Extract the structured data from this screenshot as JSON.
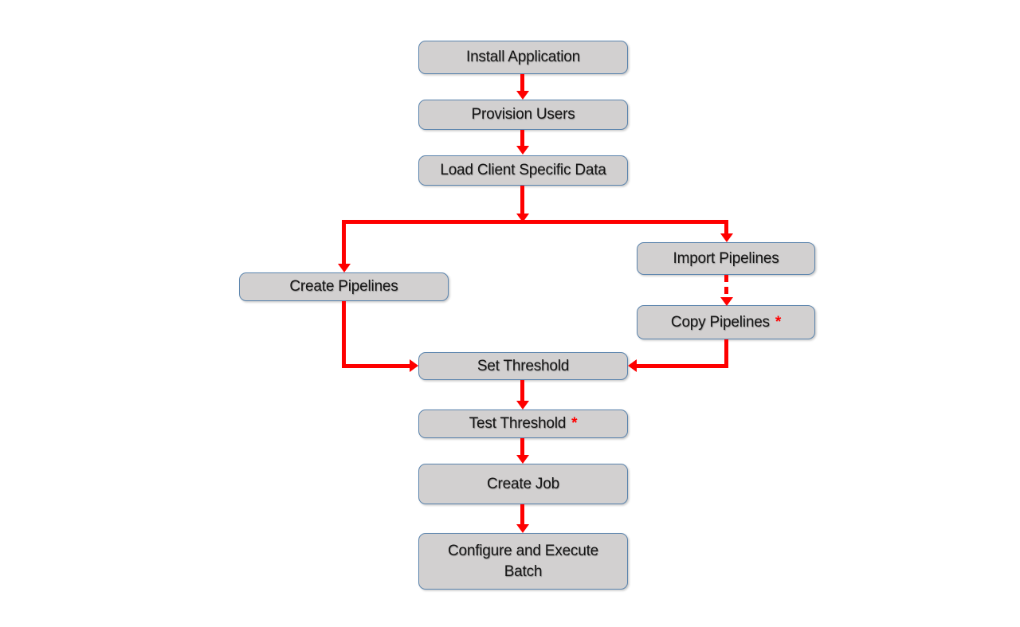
{
  "diagram": {
    "type": "flowchart",
    "background": "#ffffff",
    "colors": {
      "node_fill": "#d2d0d0",
      "node_border": "#5b84ad",
      "arrow": "#fe0000",
      "text": "#151515",
      "asterisk": "#fe0000"
    },
    "nodes": {
      "install": {
        "label": "Install Application"
      },
      "provision": {
        "label": "Provision Users"
      },
      "load": {
        "label": "Load Client Specific Data"
      },
      "create": {
        "label": "Create Pipelines"
      },
      "import": {
        "label": "Import Pipelines"
      },
      "copy": {
        "label": "Copy Pipelines",
        "suffix": "*"
      },
      "set": {
        "label": "Set Threshold"
      },
      "test": {
        "label": "Test Threshold",
        "suffix": "*"
      },
      "job": {
        "label": "Create Job"
      },
      "batch": {
        "label": "Configure and Execute Batch"
      }
    },
    "edges": [
      {
        "from": "install",
        "to": "provision",
        "style": "solid"
      },
      {
        "from": "provision",
        "to": "load",
        "style": "solid"
      },
      {
        "from": "load",
        "to": "create",
        "style": "solid"
      },
      {
        "from": "load",
        "to": "import",
        "style": "solid"
      },
      {
        "from": "import",
        "to": "copy",
        "style": "dashed"
      },
      {
        "from": "create",
        "to": "set",
        "style": "solid"
      },
      {
        "from": "copy",
        "to": "set",
        "style": "solid"
      },
      {
        "from": "set",
        "to": "test",
        "style": "solid"
      },
      {
        "from": "test",
        "to": "job",
        "style": "solid"
      },
      {
        "from": "job",
        "to": "batch",
        "style": "solid"
      }
    ]
  }
}
